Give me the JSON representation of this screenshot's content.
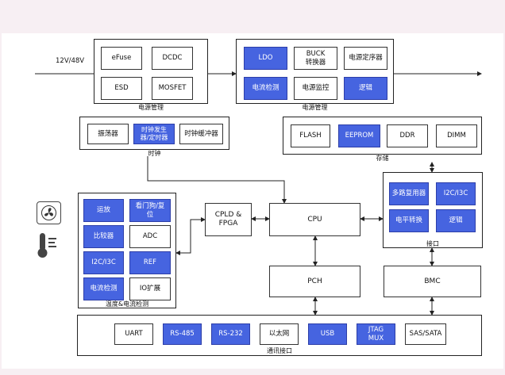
{
  "input_label": "12V/48V",
  "groups": {
    "pm1": "电源管理",
    "pm2": "电源管理",
    "clock": "时钟",
    "storage": "存储",
    "interface": "接口",
    "temp": "温度&电流检测",
    "comm": "通讯接口"
  },
  "blocks": {
    "efuse": "eFuse",
    "dcdc": "DCDC",
    "esd": "ESD",
    "mosfet": "MOSFET",
    "ldo": "LDO",
    "buck": "BUCK\n转换器",
    "sequencer": "电源定序器",
    "current_detect_pm": "电流检测",
    "power_monitor": "电源监控",
    "logic_pm": "逻辑",
    "oscillator": "振荡器",
    "clock_gen": "时钟发生\n器/定时器",
    "clock_buffer": "时钟缓冲器",
    "flash": "FLASH",
    "eeprom": "EEPROM",
    "ddr": "DDR",
    "dimm": "DIMM",
    "mux": "多路复用器",
    "i2c_if": "I2C/I3C",
    "level_shift": "电平转换",
    "logic_if": "逻辑",
    "opamp": "运放",
    "watchdog": "看门狗/复\n位",
    "comparator": "比较器",
    "adc": "ADC",
    "i2c_temp": "I2C/I3C",
    "ref": "REF",
    "current_detect_temp": "电流检测",
    "io_expand": "IO扩展",
    "cpld": "CPLD &\nFPGA",
    "cpu": "CPU",
    "pch": "PCH",
    "bmc": "BMC",
    "uart": "UART",
    "rs485": "RS-485",
    "rs232": "RS-232",
    "ethernet": "以太网",
    "usb": "USB",
    "jtag": "JTAG\nMUX",
    "sas": "SAS/SATA"
  },
  "icons": [
    "fan-icon",
    "thermometer-icon"
  ],
  "colors": {
    "accent": "#4664e0",
    "line": "#222222"
  }
}
